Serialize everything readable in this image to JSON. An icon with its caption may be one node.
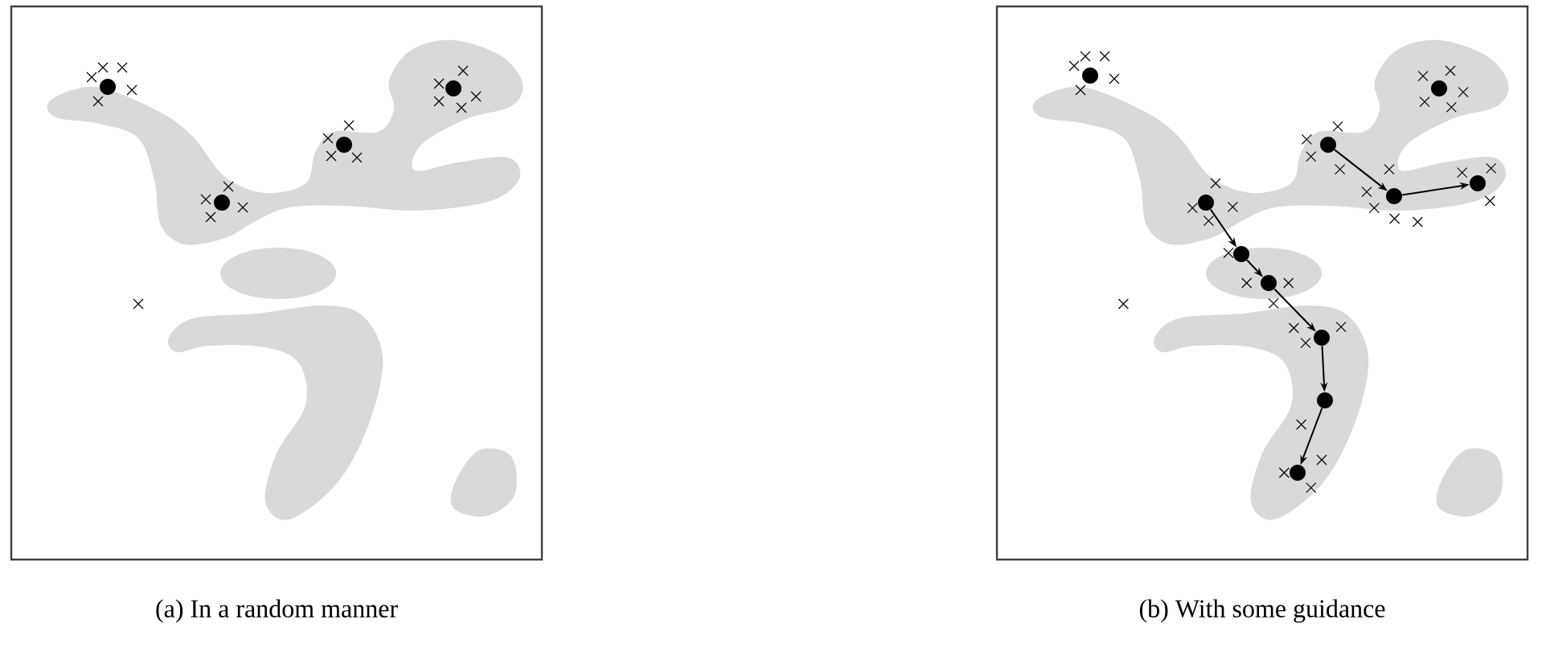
{
  "diagram": {
    "nodes": [
      {
        "text": [],
        "shape": "box"
      },
      {
        "text": [],
        "shape": "box"
      },
      {
        "text": [],
        "shape": "circle",
        "in": 0
      },
      {
        "text": [],
        "shape": "circle",
        "in": 0
      },
      {
        "text": [],
        "shape": "circle",
        "in": 0
      },
      {
        "text": [],
        "shape": "circle",
        "in": 0
      },
      {
        "text": [],
        "shape": "circle",
        "in": 1
      },
      {
        "text": [],
        "shape": "circle",
        "in": 1
      },
      {
        "text": [],
        "shape": "circle",
        "in": 1
      },
      {
        "text": [],
        "shape": "circle",
        "in": 1
      },
      {
        "text": [],
        "shape": "circle",
        "in": 1
      },
      {
        "text": [],
        "shape": "circle",
        "in": 1
      },
      {
        "text": [],
        "shape": "circle",
        "in": 1
      },
      {
        "text": [],
        "shape": "circle",
        "in": 1
      },
      {
        "text": [],
        "shape": "circle",
        "in": 1
      },
      {
        "text": [],
        "shape": "circle",
        "in": 1
      },
      {
        "text": [],
        "shape": "circle",
        "in": 1
      }
    ],
    "edges": [
      {
        "from": 8,
        "to": 9,
        "arrow": "to"
      },
      {
        "from": 9,
        "to": 10,
        "arrow": "to"
      },
      {
        "from": 10,
        "to": 11,
        "arrow": "to"
      },
      {
        "from": 11,
        "to": 12,
        "arrow": "to"
      },
      {
        "from": 12,
        "to": 13,
        "arrow": "to"
      },
      {
        "from": 14,
        "to": 15,
        "arrow": "to"
      },
      {
        "from": 15,
        "to": 16,
        "arrow": "to"
      }
    ],
    "labels": [
      "(a) In a random manner",
      "(b) With some guidance"
    ]
  }
}
